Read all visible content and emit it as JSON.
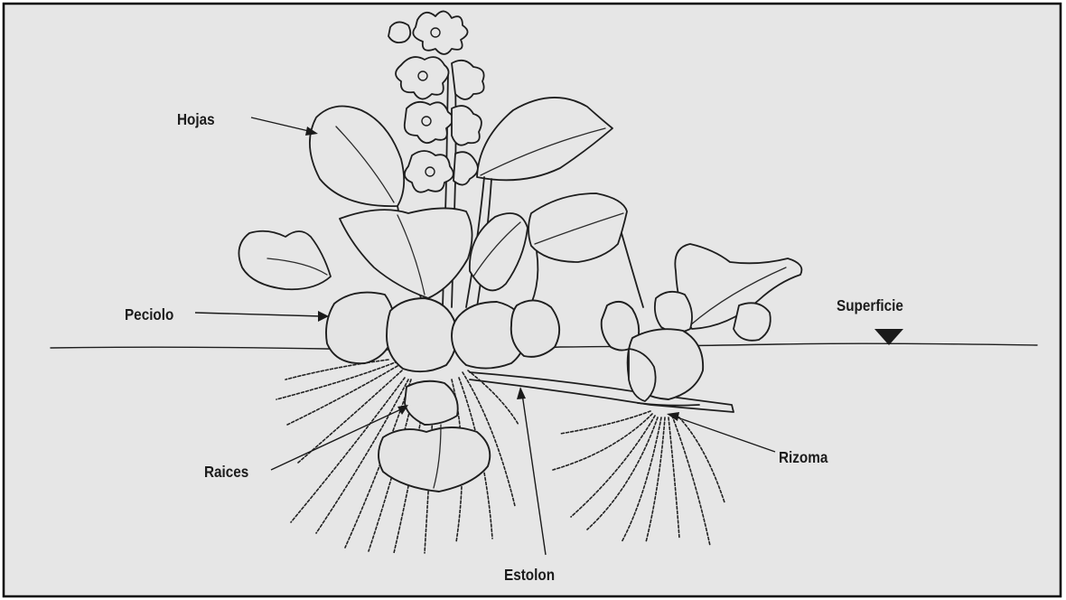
{
  "labels": {
    "hojas": "Hojas",
    "peciolo": "Peciolo",
    "raices": "Raices",
    "estolon": "Estolon",
    "rizoma": "Rizoma",
    "superficie": "Superficie"
  },
  "colors": {
    "background": "#e6e6e6",
    "frame": "#000000",
    "ink": "#1e1e1e"
  }
}
